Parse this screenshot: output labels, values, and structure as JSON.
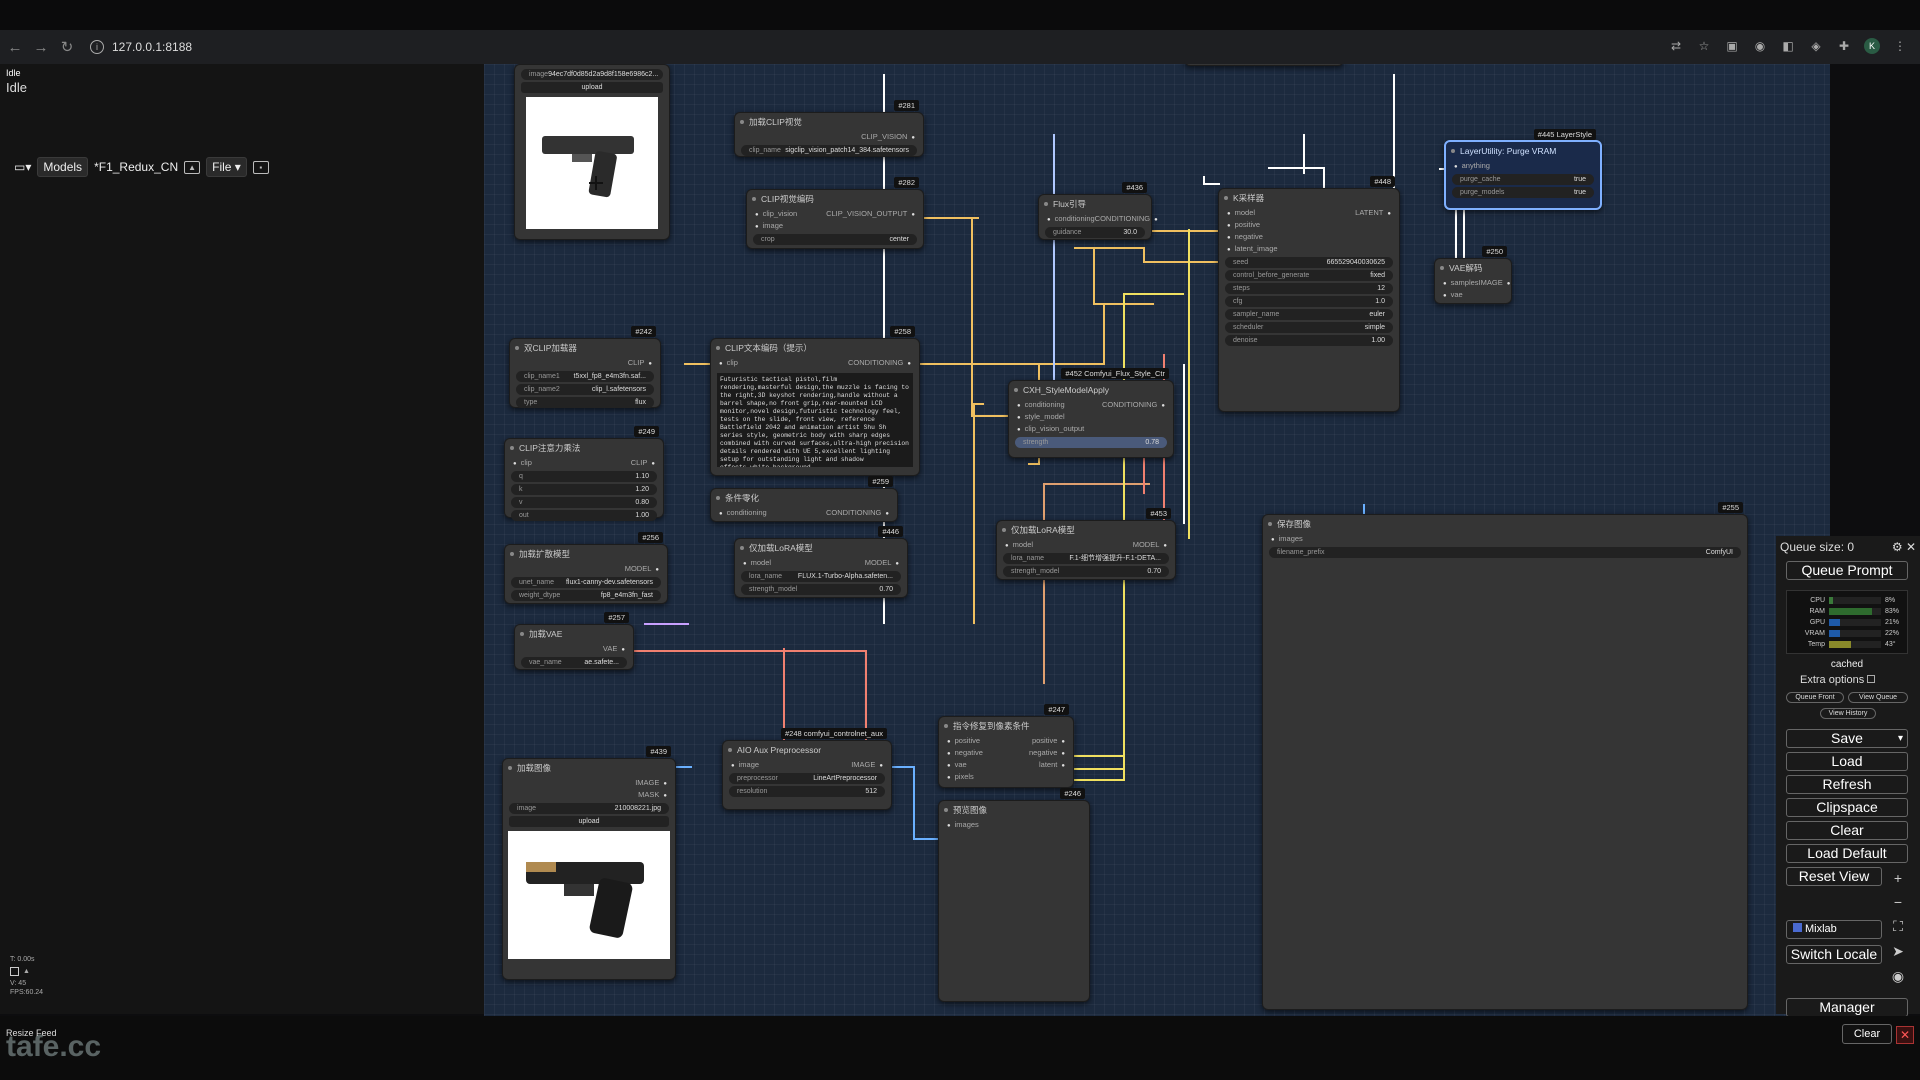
{
  "browser": {
    "url": "127.0.0.1:8188",
    "profile": "K"
  },
  "status": {
    "small": "Idle",
    "main": "Idle"
  },
  "menubar": {
    "models": "Models",
    "workflow": "*F1_Redux_CN",
    "file": "File"
  },
  "stats": {
    "t": "T: 0.00s",
    "v": "V: 45",
    "fps": "FPS:60.24"
  },
  "nodes": {
    "loadimage_top": {
      "image_label": "image",
      "image_value": "94ec7df0d85d2a9d8f158e6986c2...",
      "upload": "upload"
    },
    "clip_vision_loader": {
      "badge": "#281",
      "title": "加载CLIP视觉",
      "out": "CLIP_VISION",
      "w_label": "clip_name",
      "w_value": "sigclip_vision_patch14_384.safetensors"
    },
    "clip_vision_encode": {
      "badge": "#282",
      "title": "CLIP视觉编码",
      "in1": "clip_vision",
      "in2": "image",
      "out": "CLIP_VISION_OUTPUT",
      "w_label": "crop",
      "w_value": "center"
    },
    "flux_guidance": {
      "badge": "#436",
      "title": "Flux引导",
      "in": "conditioning",
      "out": "CONDITIONING",
      "w_label": "guidance",
      "w_value": "30.0"
    },
    "ksampler": {
      "badge": "#448",
      "title": "K采样器",
      "in": [
        "model",
        "positive",
        "negative",
        "latent_image"
      ],
      "out": "LATENT",
      "widgets": [
        [
          "seed",
          "665529040030625"
        ],
        [
          "control_before_generate",
          "fixed"
        ],
        [
          "steps",
          "12"
        ],
        [
          "cfg",
          "1.0"
        ],
        [
          "sampler_name",
          "euler"
        ],
        [
          "scheduler",
          "simple"
        ],
        [
          "denoise",
          "1.00"
        ]
      ]
    },
    "purge_vram": {
      "badge": "#445 LayerStyle",
      "title": "LayerUtility: Purge VRAM",
      "in": "anything",
      "w1_label": "purge_cache",
      "w1_value": "true",
      "w2_label": "purge_models",
      "w2_value": "true"
    },
    "vae_decode": {
      "badge": "#250",
      "title": "VAE解码",
      "in1": "samples",
      "in2": "vae",
      "out": "IMAGE"
    },
    "dual_clip": {
      "badge": "#242",
      "title": "双CLIP加载器",
      "out": "CLIP",
      "widgets": [
        [
          "clip_name1",
          "t5xxl_fp8_e4m3fn.saf..."
        ],
        [
          "clip_name2",
          "clip_l.safetensors"
        ],
        [
          "type",
          "flux"
        ]
      ]
    },
    "clip_text": {
      "badge": "#258",
      "title": "CLIP文本编码（提示）",
      "in": "clip",
      "out": "CONDITIONING",
      "text": "Futuristic tactical pistol,film rendering,masterful design,the muzzle is facing to the right,3D keyshot rendering,handle without a barrel shape,no front grip,rear-mounted LCD monitor,novel design,futuristic technology feel, tests on the slide, front view, reference Battlefield 2042 and animation artist Shu Sh series style, geometric body with sharp edges combined with curved surfaces,ultra-high precision details rendered with UE 5,excellent lighting setup for outstanding light and shadow effects,white background"
    },
    "clip_attn": {
      "badge": "#249",
      "title": "CLIP注意力乘法",
      "in": "clip",
      "out": "CLIP",
      "widgets": [
        [
          "q",
          "1.10"
        ],
        [
          "k",
          "1.20"
        ],
        [
          "v",
          "0.80"
        ],
        [
          "out",
          "1.00"
        ]
      ]
    },
    "cond_zero": {
      "badge": "#259",
      "title": "条件零化",
      "in": "conditioning",
      "out": "CONDITIONING"
    },
    "style_apply": {
      "badge": "#452 Comfyui_Flux_Style_Ctr",
      "title": "CXH_StyleModelApply",
      "in": [
        "conditioning",
        "style_model",
        "clip_vision_output"
      ],
      "out": "CONDITIONING",
      "w_label": "strength",
      "w_value": "0.78"
    },
    "lora_loader1": {
      "badge": "#446",
      "title": "仅加载LoRA模型",
      "in": "model",
      "out": "MODEL",
      "widgets": [
        [
          "lora_name",
          "FLUX.1-Turbo-Alpha.safeten..."
        ],
        [
          "strength_model",
          "0.70"
        ]
      ]
    },
    "lora_loader2": {
      "badge": "#453",
      "title": "仅加载LoRA模型",
      "in": "model",
      "out": "MODEL",
      "widgets": [
        [
          "lora_name",
          "F.1-细节增强提升-F.1-DETA..."
        ],
        [
          "strength_model",
          "0.70"
        ]
      ]
    },
    "unet_loader": {
      "badge": "#256",
      "title": "加载扩散模型",
      "out": "MODEL",
      "widgets": [
        [
          "unet_name",
          "flux1-canny-dev.safetensors"
        ],
        [
          "weight_dtype",
          "fp8_e4m3fn_fast"
        ]
      ]
    },
    "vae_loader": {
      "badge": "#257",
      "title": "加载VAE",
      "out": "VAE",
      "w_label": "vae_name",
      "w_value": "ae.safete..."
    },
    "save_image": {
      "badge": "#255",
      "title": "保存图像",
      "in": "images",
      "w_label": "filename_prefix",
      "w_value": "ComfyUI"
    },
    "load_image2": {
      "badge": "#439",
      "title": "加载图像",
      "out1": "IMAGE",
      "out2": "MASK",
      "w_label": "image",
      "w_value": "210008221.jpg",
      "upload": "upload"
    },
    "aio_aux": {
      "badge": "#248 comfyui_controlnet_aux",
      "title": "AIO Aux Preprocessor",
      "in": "image",
      "out": "IMAGE",
      "widgets": [
        [
          "preprocessor",
          "LineArtPreprocessor"
        ],
        [
          "resolution",
          "512"
        ]
      ]
    },
    "inpaint_cond": {
      "badge": "#247",
      "title": "指令修复到像素条件",
      "in": [
        "positive",
        "negative",
        "vae",
        "pixels"
      ],
      "out": [
        "positive",
        "negative",
        "latent"
      ]
    },
    "preview_image": {
      "badge": "#246",
      "title": "预览图像",
      "in": "images"
    }
  },
  "queue": {
    "size_label": "Queue size: 0",
    "queue_prompt": "Queue Prompt",
    "monitor": [
      [
        "CPU",
        "8%",
        0.08,
        "#3a7a3a"
      ],
      [
        "RAM",
        "83%",
        0.83,
        "#2e6b2e"
      ],
      [
        "GPU",
        "21%",
        0.21,
        "#1e5aa8"
      ],
      [
        "VRAM",
        "22%",
        0.22,
        "#1e5aa8"
      ],
      [
        "Temp",
        "43°",
        0.43,
        "#8a8a2a"
      ]
    ],
    "cached": "cached",
    "extra_options": "Extra options",
    "queue_front": "Queue Front",
    "view_queue": "View Queue",
    "view_history": "View History",
    "save": "Save",
    "load": "Load",
    "refresh": "Refresh",
    "clipspace": "Clipspace",
    "clear": "Clear",
    "load_default": "Load Default",
    "reset_view": "Reset View",
    "mixlab": "Mixlab",
    "switch_locale": "Switch Locale",
    "manager": "Manager"
  },
  "bottom": {
    "resize_feed": "Resize Feed",
    "watermark": "tafe.cc",
    "clear": "Clear"
  }
}
